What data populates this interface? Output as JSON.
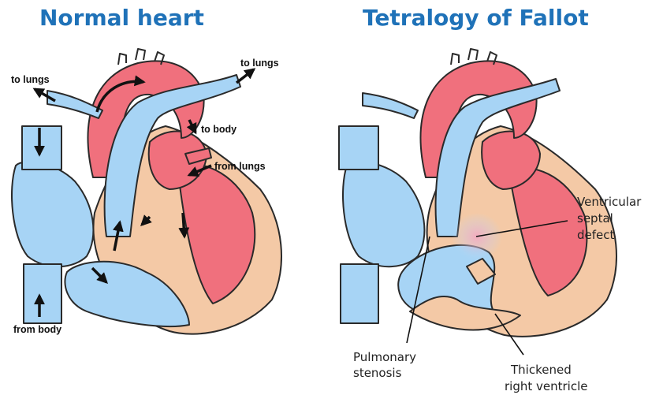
{
  "titles": {
    "left": "Normal heart",
    "right": "Tetralogy of Fallot"
  },
  "normal_labels": {
    "to_lungs_left": "to lungs",
    "to_lungs_right": "to lungs",
    "to_body": "to body",
    "from_lungs": "from lungs",
    "from_body": "from body"
  },
  "tof_labels": {
    "vsd_line1": "Ventricular",
    "vsd_line2": "septal",
    "vsd_line3": "defect",
    "ps_line1": "Pulmonary",
    "ps_line2": "stenosis",
    "trv_line1": "Thickened",
    "trv_line2": "right ventricle"
  },
  "colors": {
    "title": "#1f72b8",
    "oxygenated": "#f0707d",
    "deoxygenated": "#a7d4f5",
    "muscle": "#f4c9a6",
    "outline": "#2a2a2a"
  }
}
